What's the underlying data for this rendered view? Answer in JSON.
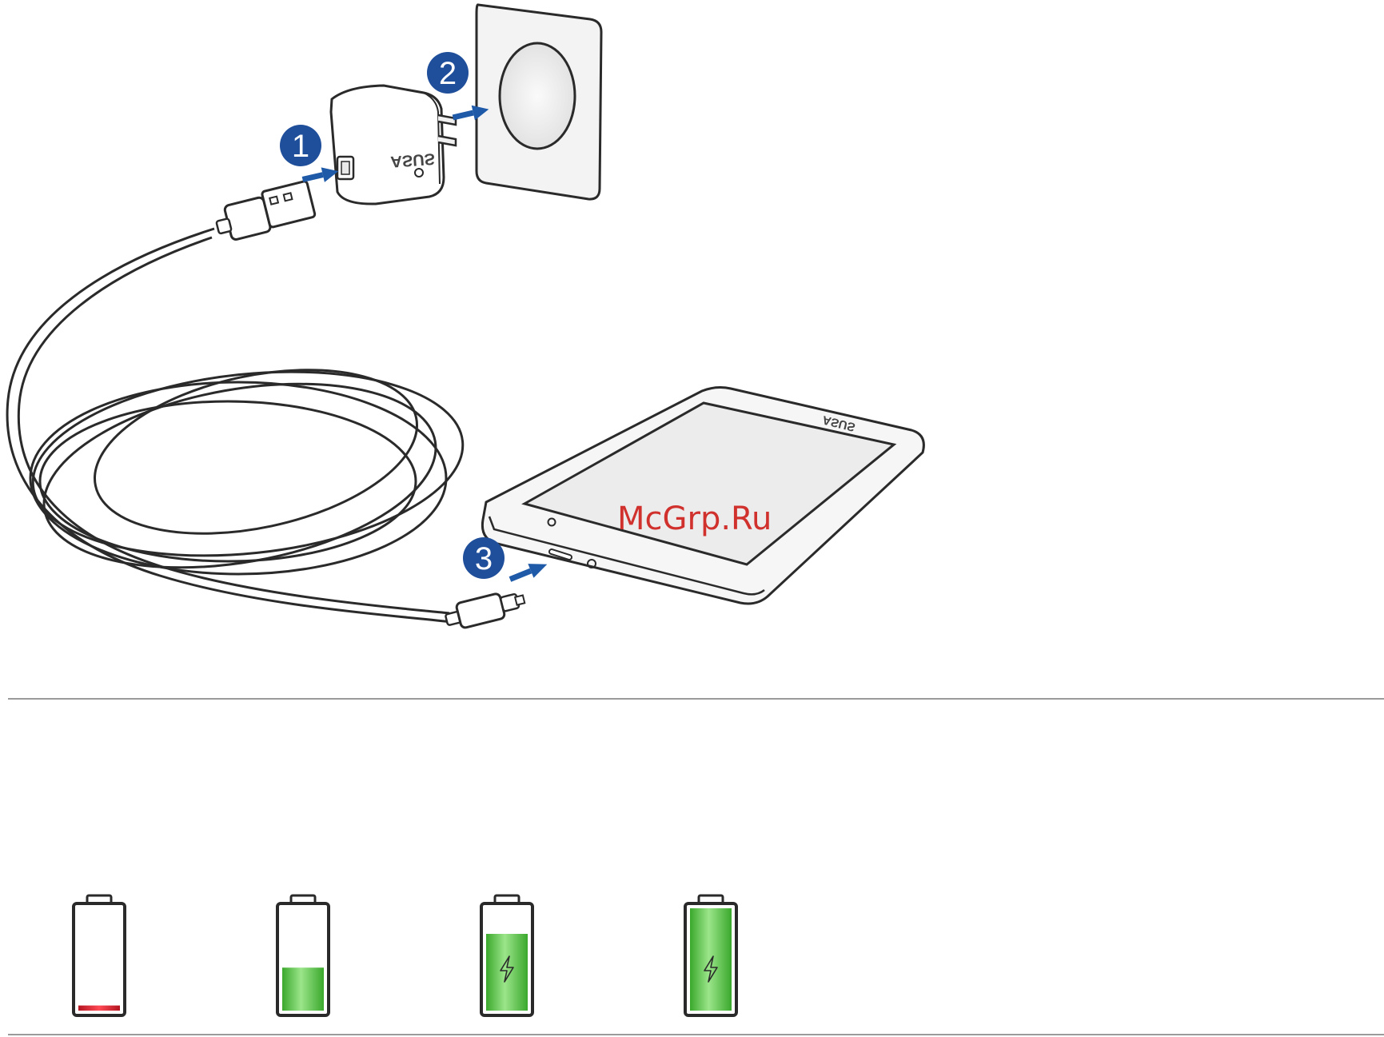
{
  "steps": [
    {
      "number": "1"
    },
    {
      "number": "2"
    },
    {
      "number": "3"
    }
  ],
  "brand": "ASUS",
  "watermark": "McGrp.Ru",
  "battery_levels": [
    {
      "level": 0.05,
      "charging": false,
      "fill_color": "#e01e2a"
    },
    {
      "level": 0.42,
      "charging": false,
      "fill_color": "#4cc23a"
    },
    {
      "level": 0.75,
      "charging": true,
      "fill_color": "#4cc23a"
    },
    {
      "level": 1.0,
      "charging": true,
      "fill_color": "#4cc23a"
    }
  ],
  "colors": {
    "step_badge": "#1f4e9a",
    "arrow": "#1f5aa8",
    "outline": "#2a2a2a",
    "divider": "#9a9a9a"
  }
}
